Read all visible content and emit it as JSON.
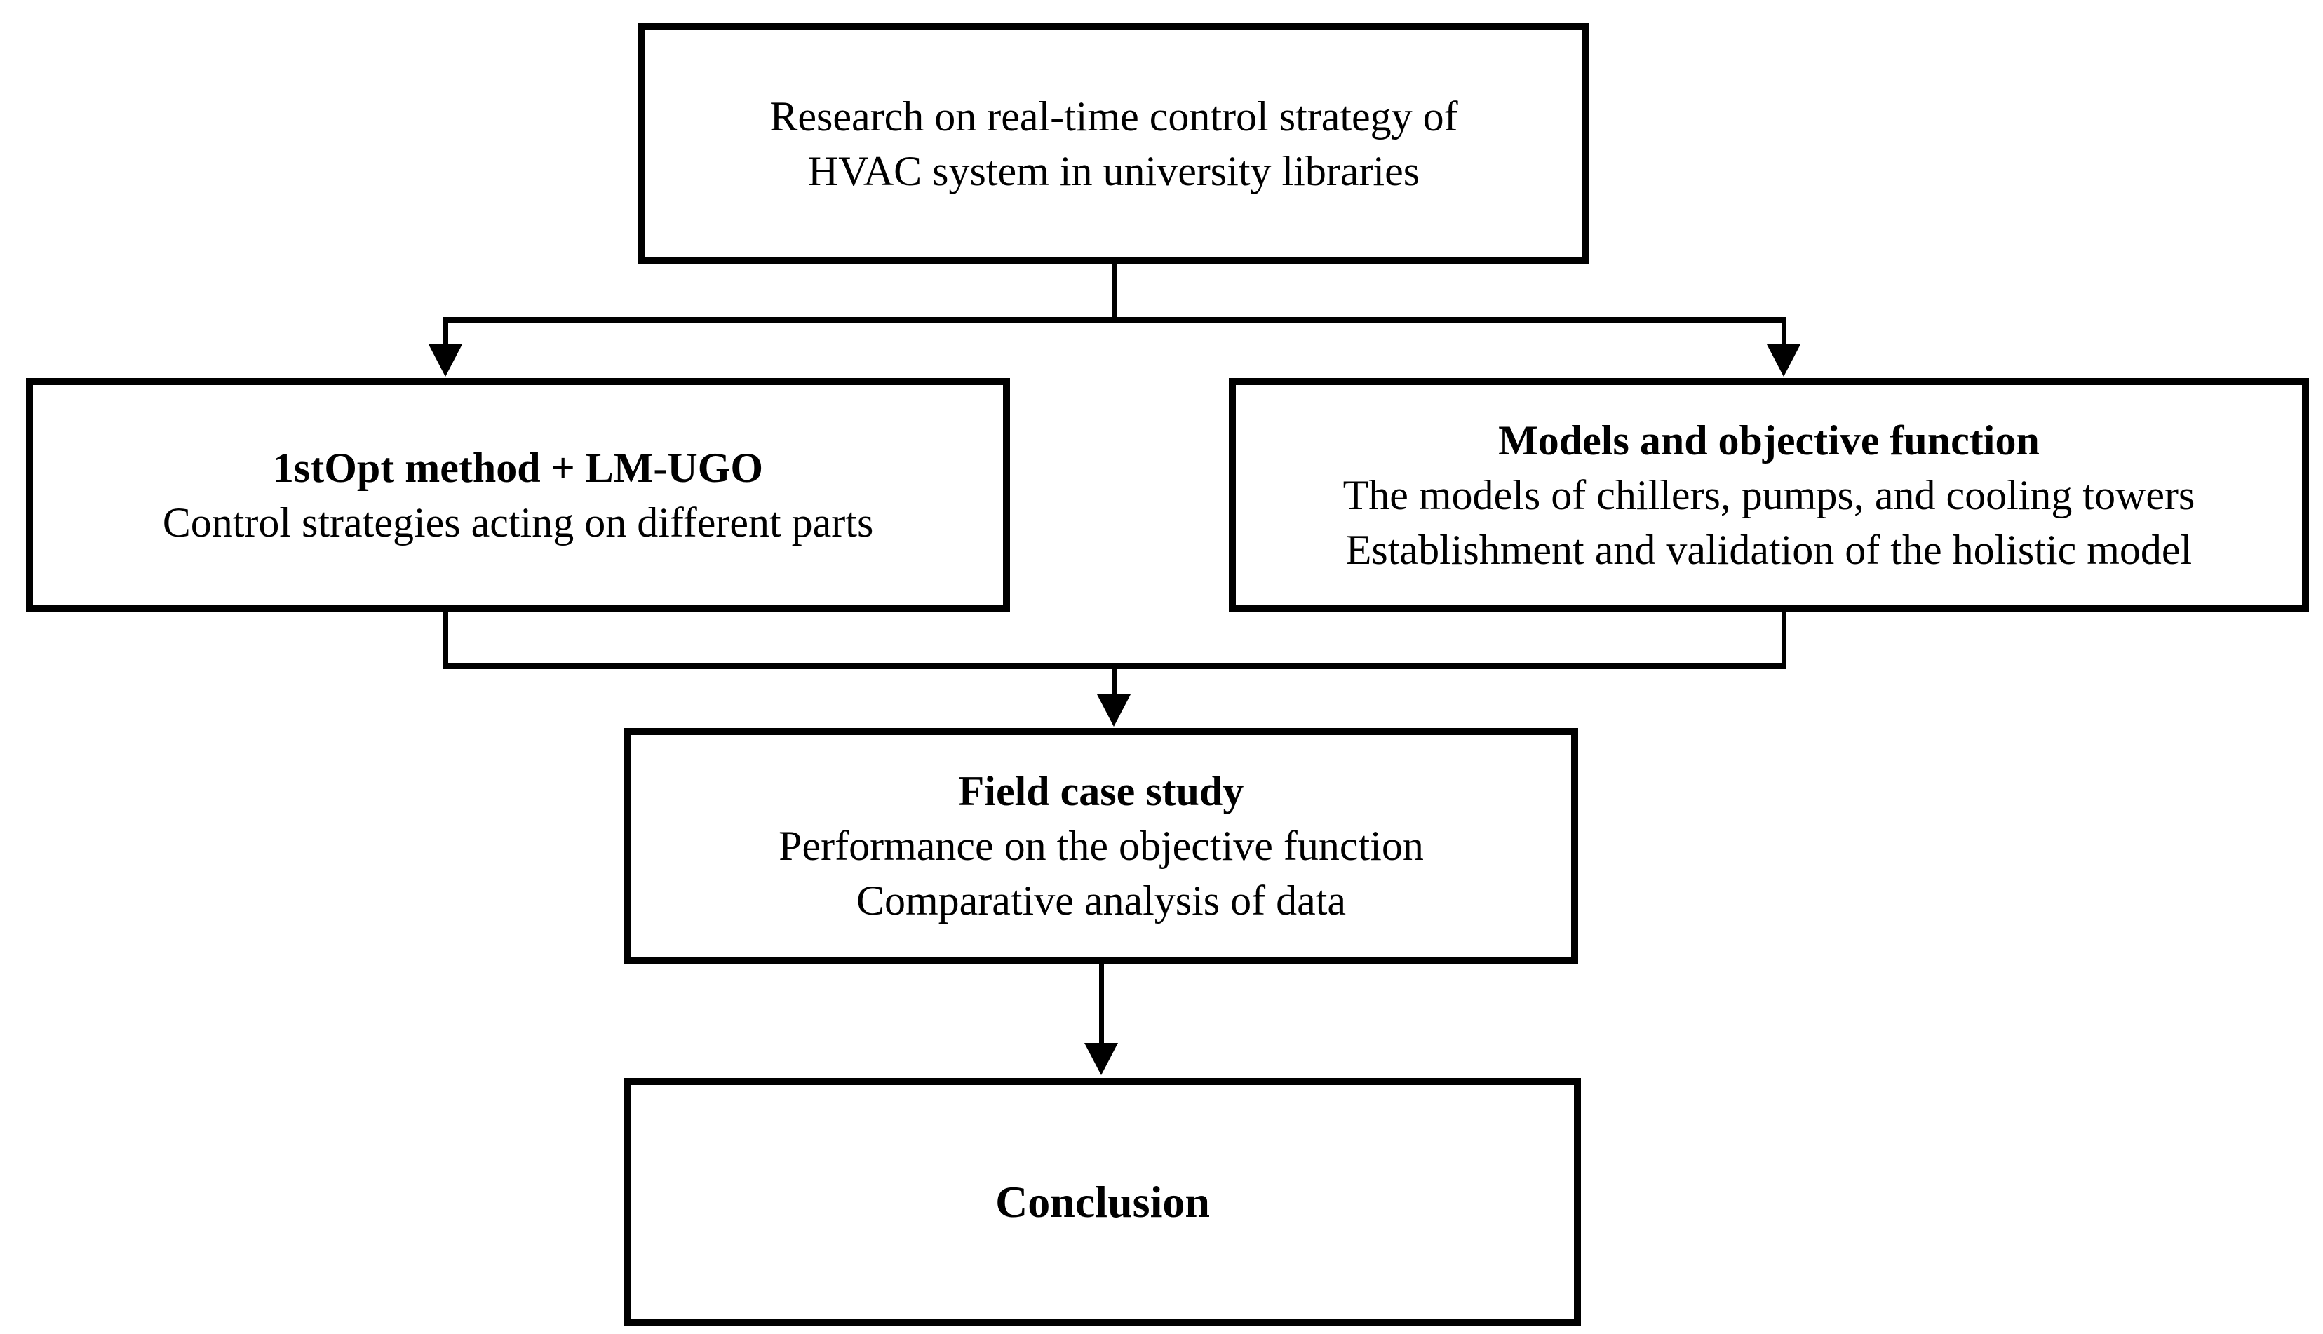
{
  "figure": {
    "type": "flowchart",
    "colors": {
      "background": "#ffffff",
      "line": "#000000",
      "text": "#000000"
    },
    "boxes": {
      "research": {
        "line1": "Research on real-time control strategy of",
        "line2": "HVAC system in university libraries"
      },
      "method": {
        "title": "1stOpt method + LM-UGO",
        "line1": "Control strategies acting on different parts"
      },
      "models": {
        "title": "Models and objective function",
        "line1": "The models of chillers, pumps, and cooling towers",
        "line2": "Establishment and validation of the holistic model"
      },
      "field": {
        "title": "Field case study",
        "line1": "Performance on the objective function",
        "line2": "Comparative analysis of data"
      },
      "conclusion": {
        "title": "Conclusion"
      }
    }
  }
}
